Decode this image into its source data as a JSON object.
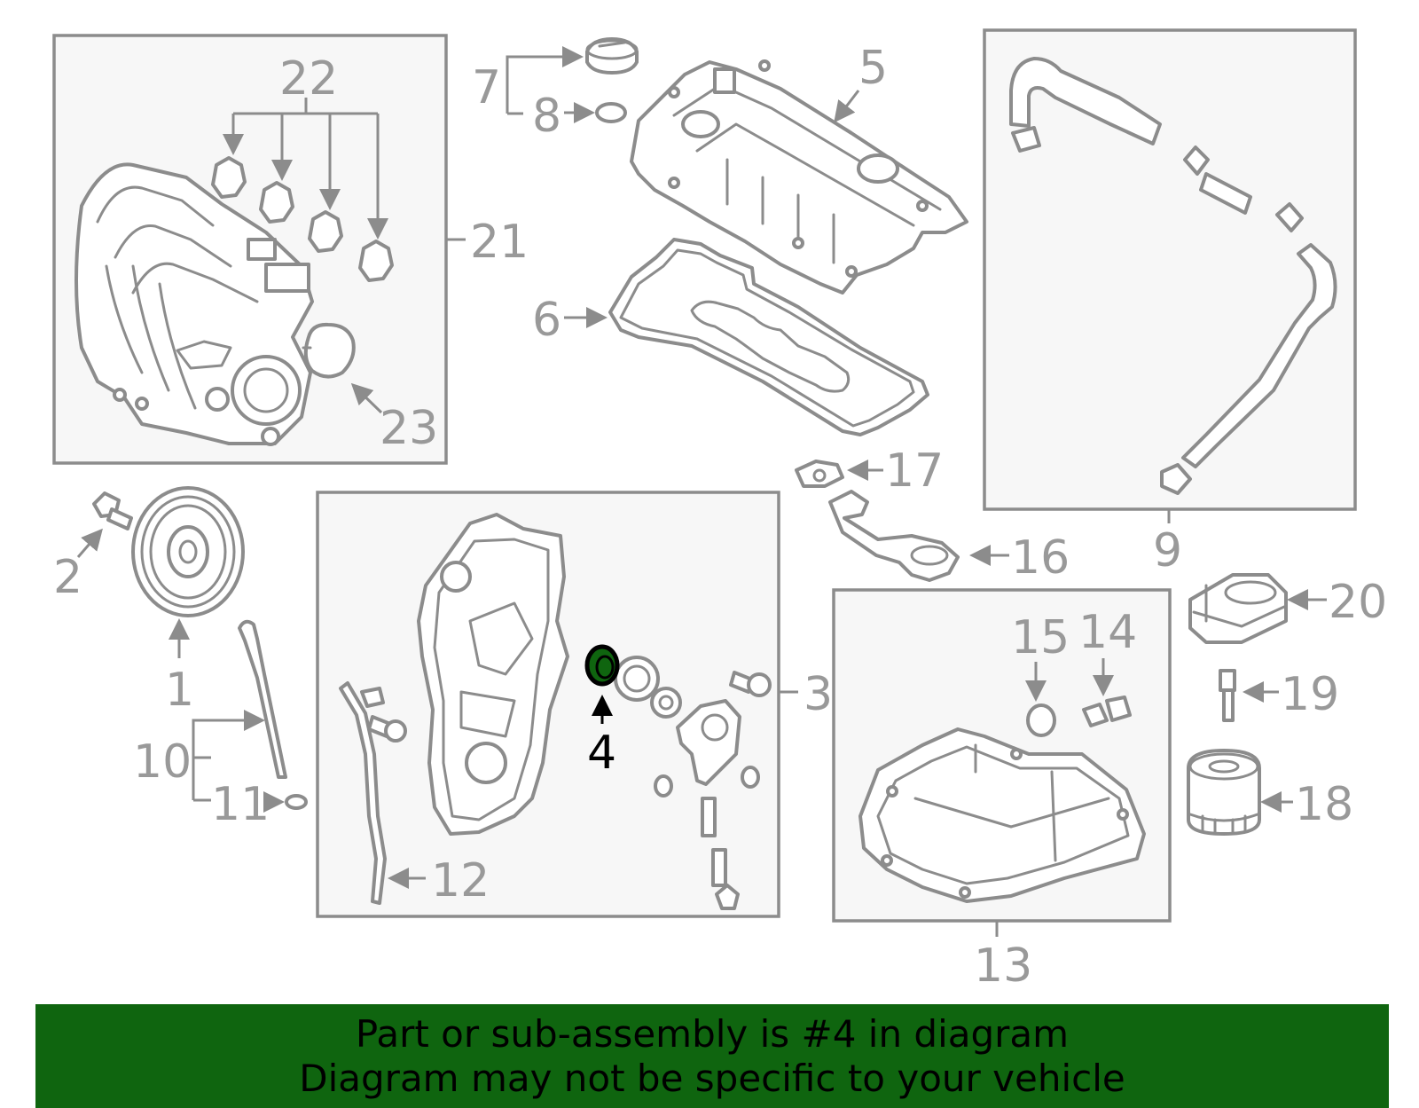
{
  "colors": {
    "line": "#8c8c8c",
    "label": "#999999",
    "highlight_fill": "#0f650f",
    "highlight_label": "#000000",
    "banner_bg": "#0f650f"
  },
  "highlighted_part": "4",
  "callouts": {
    "c1": "1",
    "c2": "2",
    "c3": "3",
    "c4": "4",
    "c5": "5",
    "c6": "6",
    "c7": "7",
    "c8": "8",
    "c9": "9",
    "c10": "10",
    "c11": "11",
    "c12": "12",
    "c13": "13",
    "c14": "14",
    "c15": "15",
    "c16": "16",
    "c17": "17",
    "c18": "18",
    "c19": "19",
    "c20": "20",
    "c21": "21",
    "c22": "22",
    "c23": "23"
  },
  "banner": {
    "line1": "Part or sub-assembly is #4 in diagram",
    "line2": "Diagram may not be specific to your vehicle"
  }
}
